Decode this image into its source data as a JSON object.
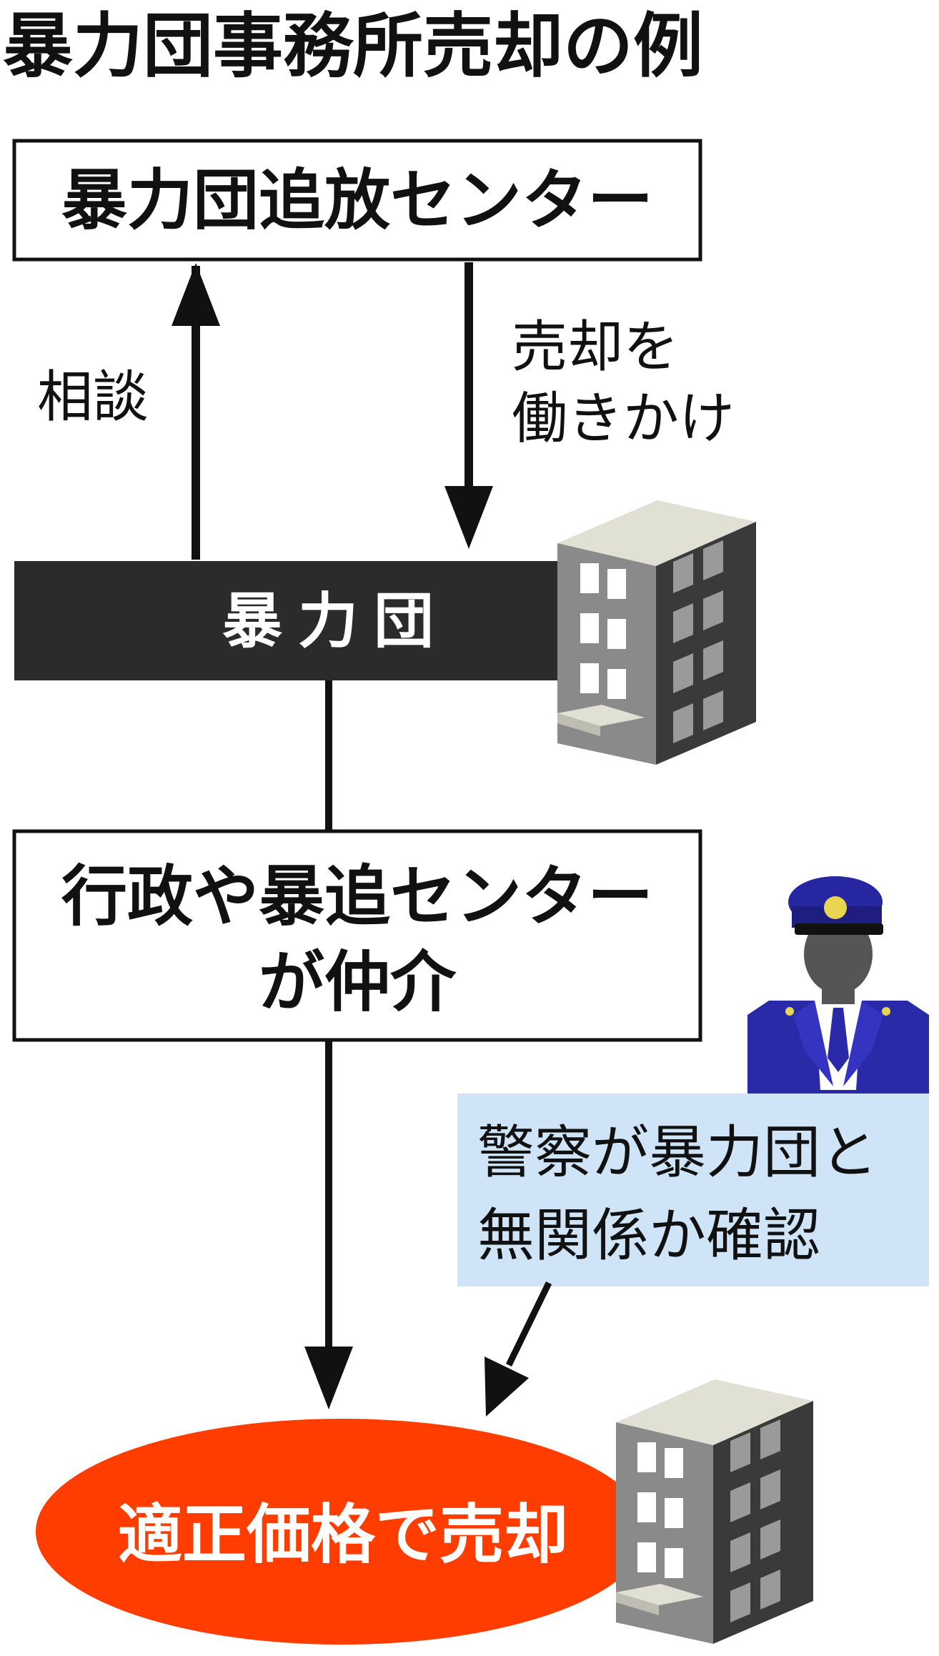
{
  "title": "暴力団事務所売却の例",
  "nodes": {
    "center": "暴力団追放センター",
    "gang": "暴力団",
    "mediator_line1": "行政や暴追センター",
    "mediator_line2": "が仲介",
    "police_line1": "警察が暴力団と",
    "police_line2": "無関係か確認",
    "result": "適正価格で売却"
  },
  "edges": {
    "consult": "相談",
    "urge_line1": "売却を",
    "urge_line2": "働きかけ"
  },
  "colors": {
    "gang_bar": "#2b2b2b",
    "police_box": "#cfe4f7",
    "result_ellipse": "#ff3d00",
    "uniform": "#2a2aa8",
    "building_front": "#888888",
    "building_side": "#3a3a3a",
    "building_roof": "#e0e0d4"
  }
}
